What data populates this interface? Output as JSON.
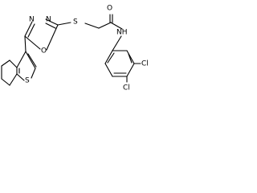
{
  "atoms": {
    "amide_O": "O",
    "amide_NH": "NH",
    "thioether_S": "S",
    "oxadiazole_N1": "N",
    "oxadiazole_N2": "N",
    "oxadiazole_O": "O",
    "chloro_3": "Cl",
    "chloro_4": "Cl",
    "thiophene_S": "S"
  }
}
